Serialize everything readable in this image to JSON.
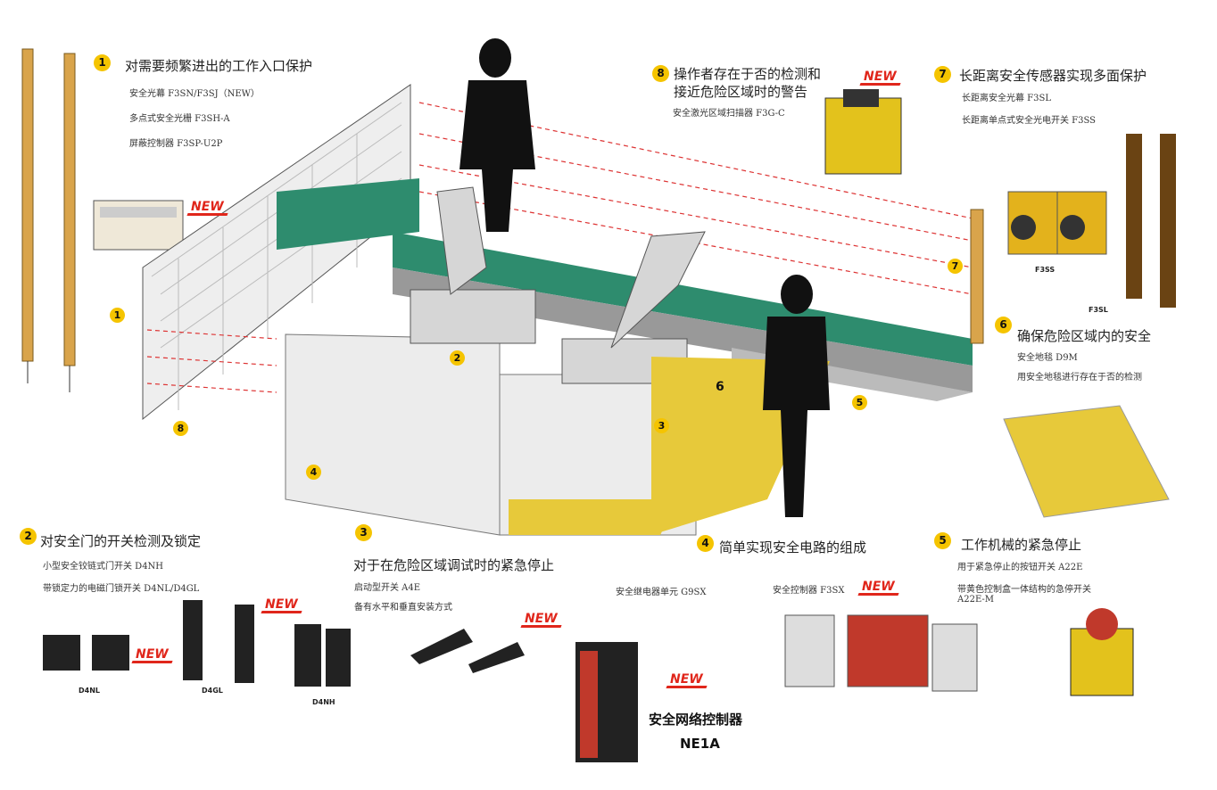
{
  "sections": [
    {
      "num": "1",
      "title": "对需要频繁进出的工作入口保护",
      "lines": [
        "安全光幕 F3SN/F3SJ（NEW）",
        "多点式安全光栅 F3SH-A",
        "屏蔽控制器 F3SP-U2P"
      ]
    },
    {
      "num": "8",
      "title": "操作者存在于否的检测和",
      "title2": "接近危险区域时的警告",
      "lines": [
        "安全激光区域扫描器 F3G-C"
      ]
    },
    {
      "num": "7",
      "title": "长距离安全传感器实现多面保护",
      "lines": [
        "长距离安全光幕 F3SL",
        "长距离单点式安全光电开关 F3SS"
      ]
    },
    {
      "num": "6",
      "title": "确保危险区域内的安全",
      "lines": [
        "安全地毯 D9M",
        "用安全地毯进行存在于否的检测"
      ]
    },
    {
      "num": "2",
      "title": "对安全门的开关检测及锁定",
      "lines": [
        "小型安全铰链式门开关 D4NH",
        "带锁定力的电磁门锁开关 D4NL/D4GL"
      ]
    },
    {
      "num": "3",
      "title": "对于在危险区域调试时的紧急停止",
      "lines": [
        "启动型开关 A4E",
        "备有水平和垂直安装方式"
      ]
    },
    {
      "num": "4",
      "title": "简单实现安全电路的组成",
      "lines": [
        "安全继电器单元 G9SX",
        "安全控制器 F3SX"
      ]
    },
    {
      "num": "5",
      "title": "工作机械的紧急停止",
      "lines": [
        "用于紧急停止的按钮开关 A22E",
        "带黄色控制盒一体结构的急停开关",
        "A22E-M"
      ]
    }
  ],
  "new_label": "NEW",
  "product_labels": {
    "f3ss": "F3SS",
    "f3sl": "F3SL",
    "d4nl": "D4NL",
    "d4gl": "D4GL",
    "d4nh": "D4NH"
  },
  "network_controller": {
    "title": "安全网络控制器",
    "model": "NE1A"
  },
  "scene_numbers": [
    "1",
    "2",
    "3",
    "4",
    "5",
    "6",
    "7",
    "8"
  ],
  "colors": {
    "accent": "#f5c400",
    "new": "#e0261b",
    "conveyor": "#2e8c6e",
    "mat": "#e7c93a"
  }
}
